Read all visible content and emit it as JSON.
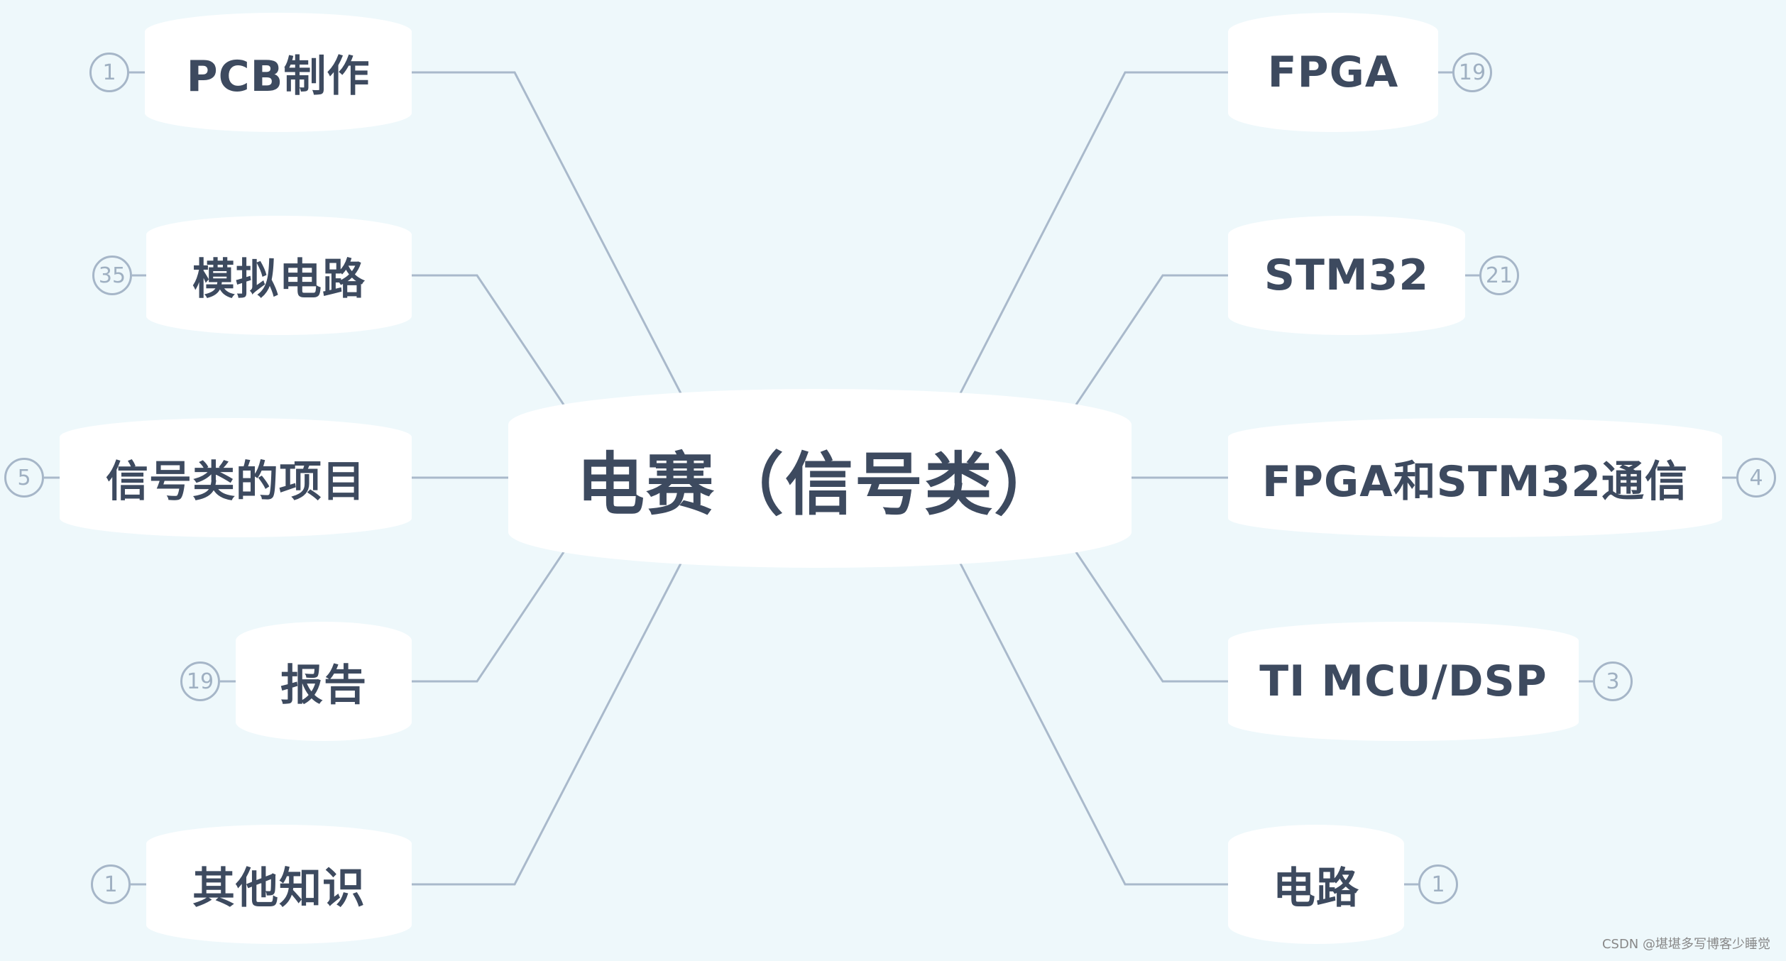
{
  "center": {
    "label": "电赛（信号类）"
  },
  "left_branches": [
    {
      "label": "PCB制作",
      "count": "1"
    },
    {
      "label": "模拟电路",
      "count": "35"
    },
    {
      "label": "信号类的项目",
      "count": "5"
    },
    {
      "label": "报告",
      "count": "19"
    },
    {
      "label": "其他知识",
      "count": "1"
    }
  ],
  "right_branches": [
    {
      "label": "FPGA",
      "count": "19"
    },
    {
      "label": "STM32",
      "count": "21"
    },
    {
      "label": "FPGA和STM32通信",
      "count": "4"
    },
    {
      "label": "TI MCU/DSP",
      "count": "3"
    },
    {
      "label": "电路",
      "count": "1"
    }
  ],
  "watermark": "CSDN @堪堪多写博客少睡觉",
  "colors": {
    "background": "#eef8fb",
    "line": "#a9b9cb",
    "text": "#3d4a5f",
    "node": "#ffffff"
  }
}
